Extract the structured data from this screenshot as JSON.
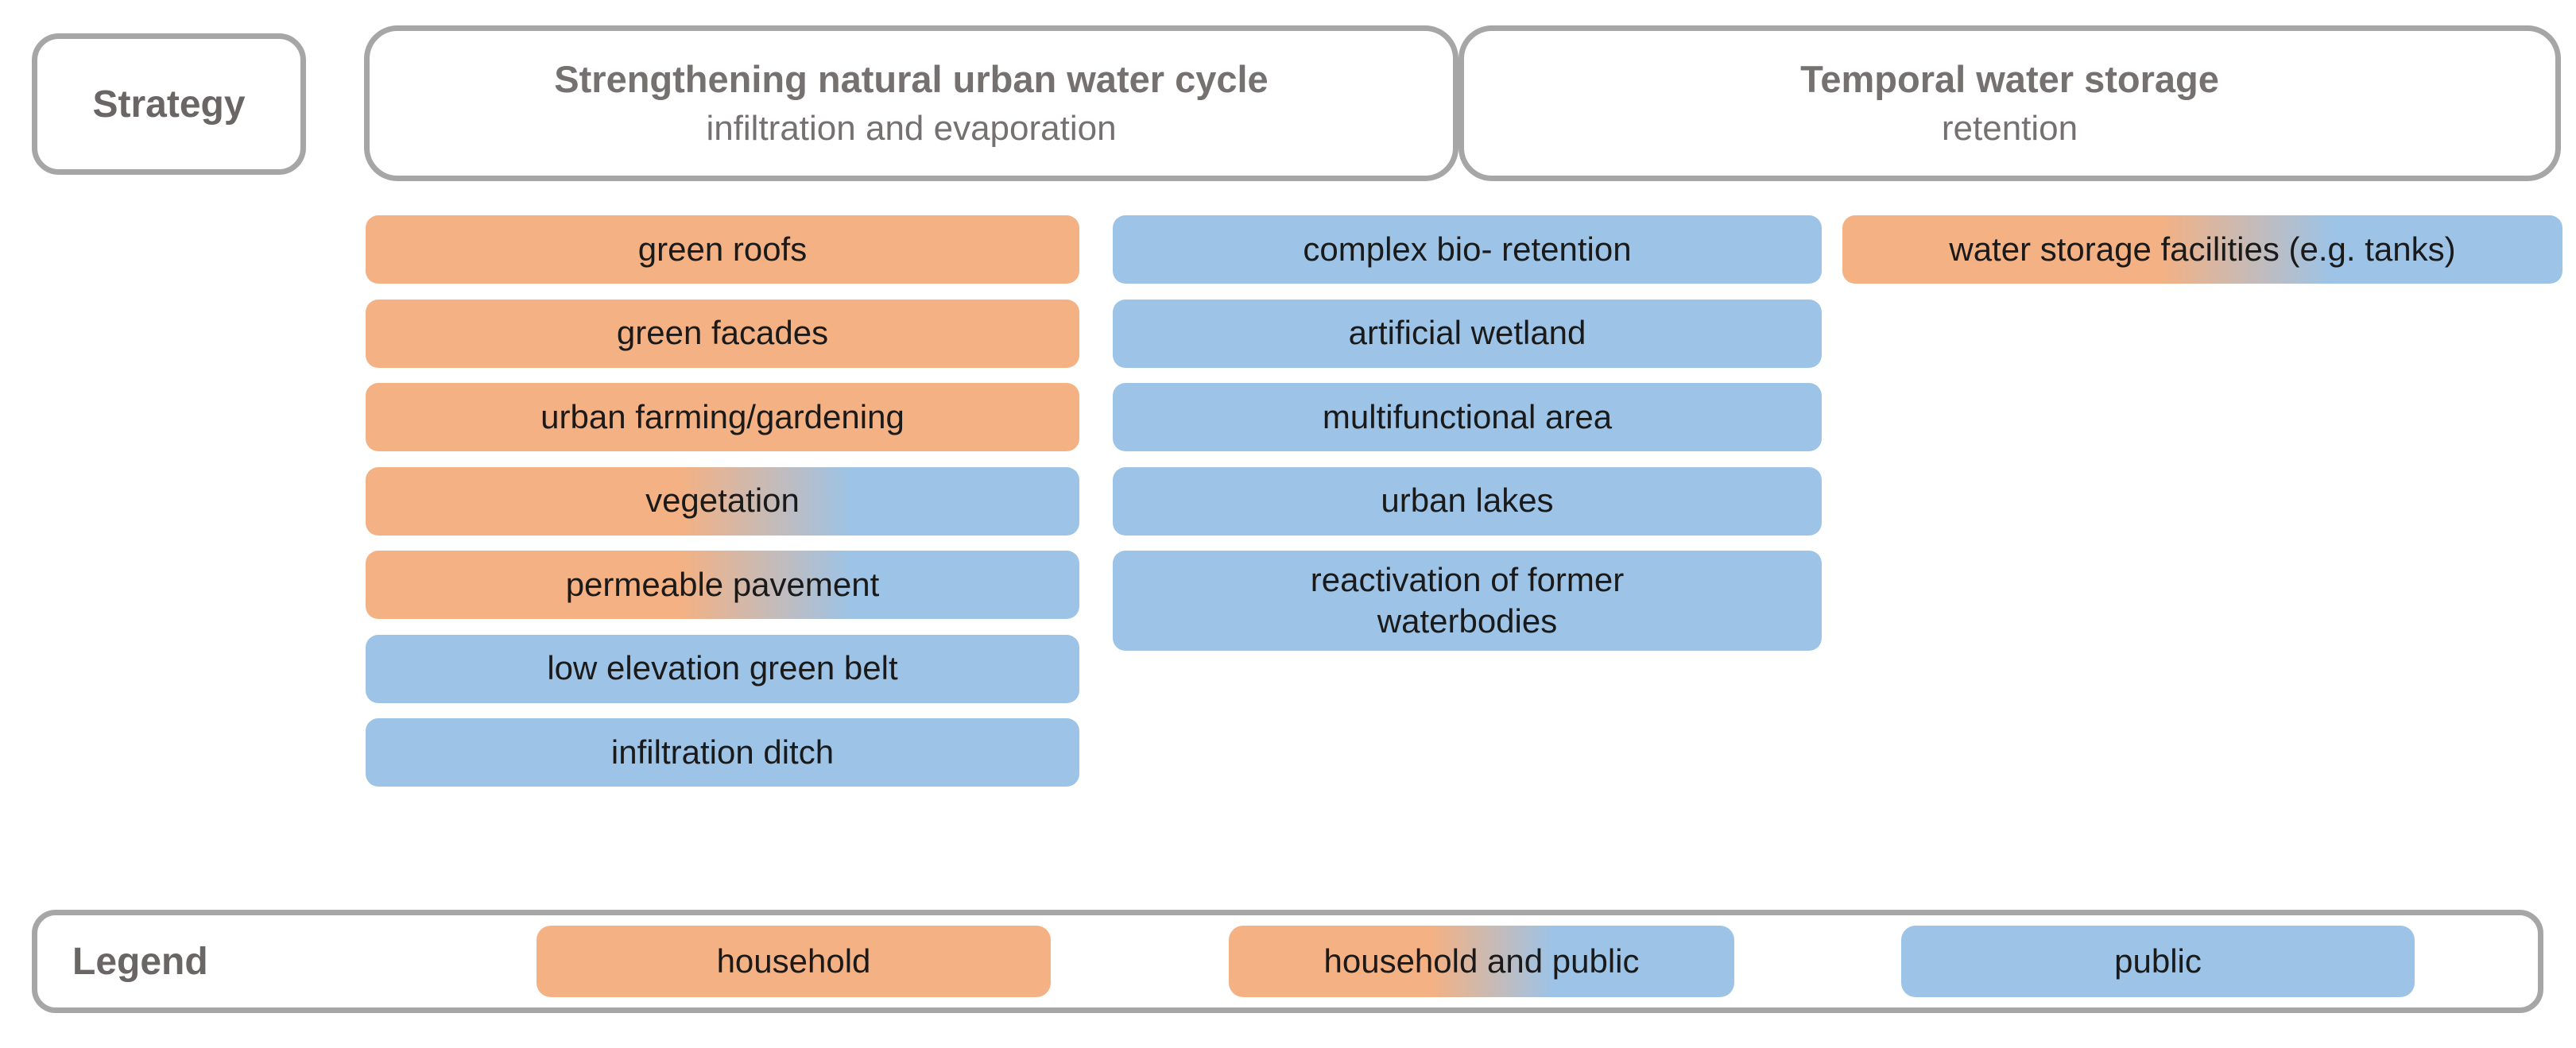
{
  "strategy_label": "Strategy",
  "headers": [
    {
      "title": "Strengthening natural urban water cycle",
      "subtitle": "infiltration and evaporation"
    },
    {
      "title": "Temporal water storage",
      "subtitle": "retention"
    }
  ],
  "columns": [
    {
      "items": [
        {
          "label": "green roofs",
          "audience": "household"
        },
        {
          "label": "green facades",
          "audience": "household"
        },
        {
          "label": "urban farming/gardening",
          "audience": "household"
        },
        {
          "label": "vegetation",
          "audience": "household-and-public"
        },
        {
          "label": "permeable pavement",
          "audience": "household-and-public"
        },
        {
          "label": "low elevation green belt",
          "audience": "public"
        },
        {
          "label": "infiltration ditch",
          "audience": "public"
        }
      ]
    },
    {
      "items": [
        {
          "label": "complex bio- retention",
          "audience": "public"
        },
        {
          "label": "artificial wetland",
          "audience": "public"
        },
        {
          "label": "multifunctional area",
          "audience": "public"
        },
        {
          "label": "urban lakes",
          "audience": "public"
        },
        {
          "label": "reactivation of former\nwaterbodies",
          "audience": "public"
        }
      ]
    },
    {
      "items": [
        {
          "label": "water storage facilities (e.g. tanks)",
          "audience": "household-and-public"
        }
      ]
    }
  ],
  "legend": {
    "label": "Legend",
    "entries": [
      {
        "label": "household",
        "audience": "household"
      },
      {
        "label": "household and public",
        "audience": "household-and-public"
      },
      {
        "label": "public",
        "audience": "public"
      }
    ]
  },
  "colors": {
    "household": "#F4B183",
    "public": "#9DC3E6",
    "outline": "#A6A6A6",
    "label_text": "#6B6666",
    "header_text": "#767171",
    "item_text": "#1A1A1A"
  }
}
